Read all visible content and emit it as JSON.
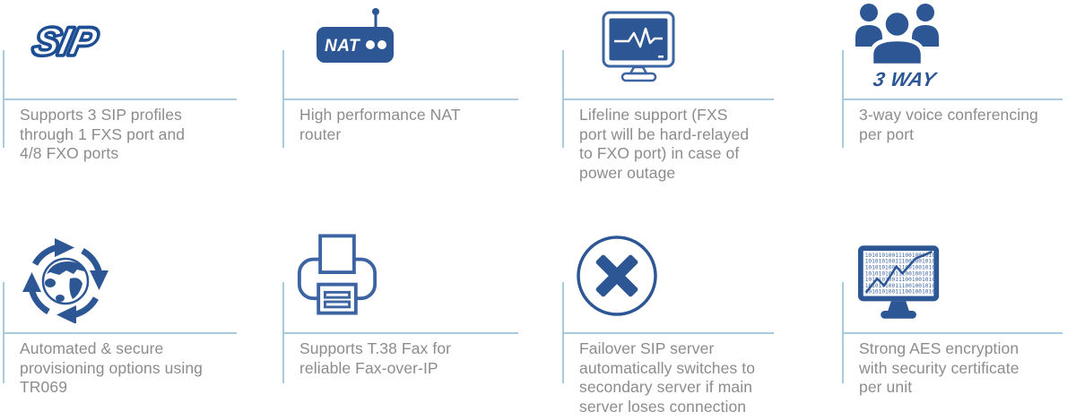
{
  "colors": {
    "icon_blue": "#2d5694",
    "outline_blue": "#3c64a3",
    "divider_blue": "#a9cadd",
    "text_gray": "#8b8c8e"
  },
  "features": [
    {
      "icon": "sip-logo-icon",
      "icon_label": "SIP",
      "description": "Supports 3 SIP profiles\nthrough 1 FXS port and\n4/8 FXO ports"
    },
    {
      "icon": "nat-router-icon",
      "icon_label": "NAT",
      "description": "High performance NAT\nrouter"
    },
    {
      "icon": "lifeline-monitor-icon",
      "description": "Lifeline support (FXS\nport will be hard-relayed\nto FXO port) in case of\npower outage"
    },
    {
      "icon": "three-way-conference-icon",
      "icon_label": "3 WAY",
      "description": "3-way voice conferencing\nper port"
    },
    {
      "icon": "provisioning-globe-icon",
      "description": "Automated & secure\nprovisioning options using\nTR069"
    },
    {
      "icon": "fax-icon",
      "description": "Supports T.38 Fax for\nreliable Fax-over-IP"
    },
    {
      "icon": "failover-icon",
      "description": "Failover SIP server\nautomatically switches to\nsecondary server if main\nserver loses connection"
    },
    {
      "icon": "aes-encryption-icon",
      "binary_row": "101010100111001001010",
      "description": "Strong AES encryption\nwith security certificate\nper unit"
    }
  ]
}
